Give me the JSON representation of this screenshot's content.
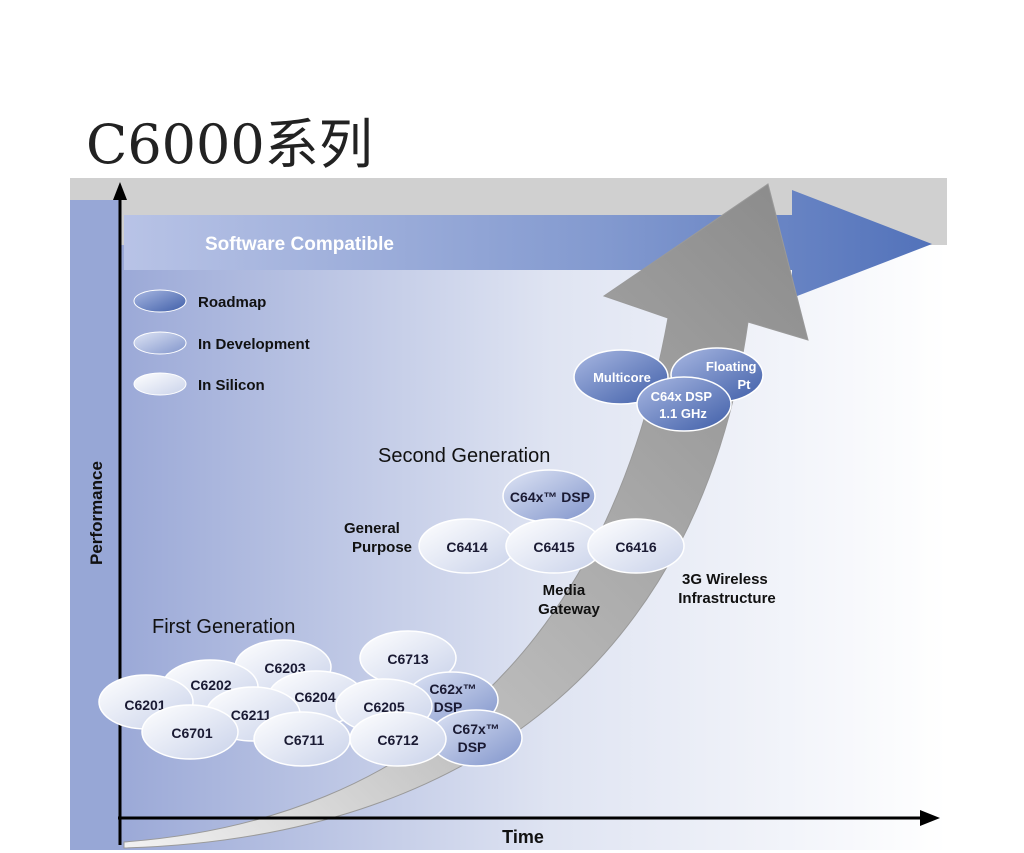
{
  "slide": {
    "title": "C6000系列"
  },
  "diagram": {
    "banner": "Software Compatible",
    "legend": [
      {
        "label": "Roadmap",
        "status": "roadmap"
      },
      {
        "label": "In Development",
        "status": "development"
      },
      {
        "label": "In Silicon",
        "status": "silicon"
      }
    ],
    "axes": {
      "x": "Time",
      "y": "Performance"
    },
    "generations": {
      "first": "First Generation",
      "second": "Second Generation"
    },
    "annotations": {
      "general_purpose": [
        "General",
        "Purpose"
      ],
      "media_gateway": [
        "Media",
        "Gateway"
      ],
      "wireless": [
        "3G Wireless",
        "Infrastructure"
      ]
    },
    "chips_first_gen": [
      "C6201",
      "C6202",
      "C6203",
      "C6204",
      "C6205",
      "C6211",
      "C6701",
      "C6711",
      "C6712",
      "C6713",
      "C62x™ DSP",
      "C67x™ DSP"
    ],
    "chips_second_gen": [
      "C64x™ DSP",
      "C6414",
      "C6415",
      "C6416"
    ],
    "chips_future": [
      "Multicore",
      "Floating Pt",
      "C64x DSP 1.1 GHz"
    ]
  },
  "colors": {
    "roadmap": "#5f79b9",
    "development": "#a7b6dd",
    "silicon": "#e6ebf5",
    "arrow_gray": "#8e8e8e",
    "banner": "#5c7abd",
    "background_blue": "#9aa9d7"
  }
}
